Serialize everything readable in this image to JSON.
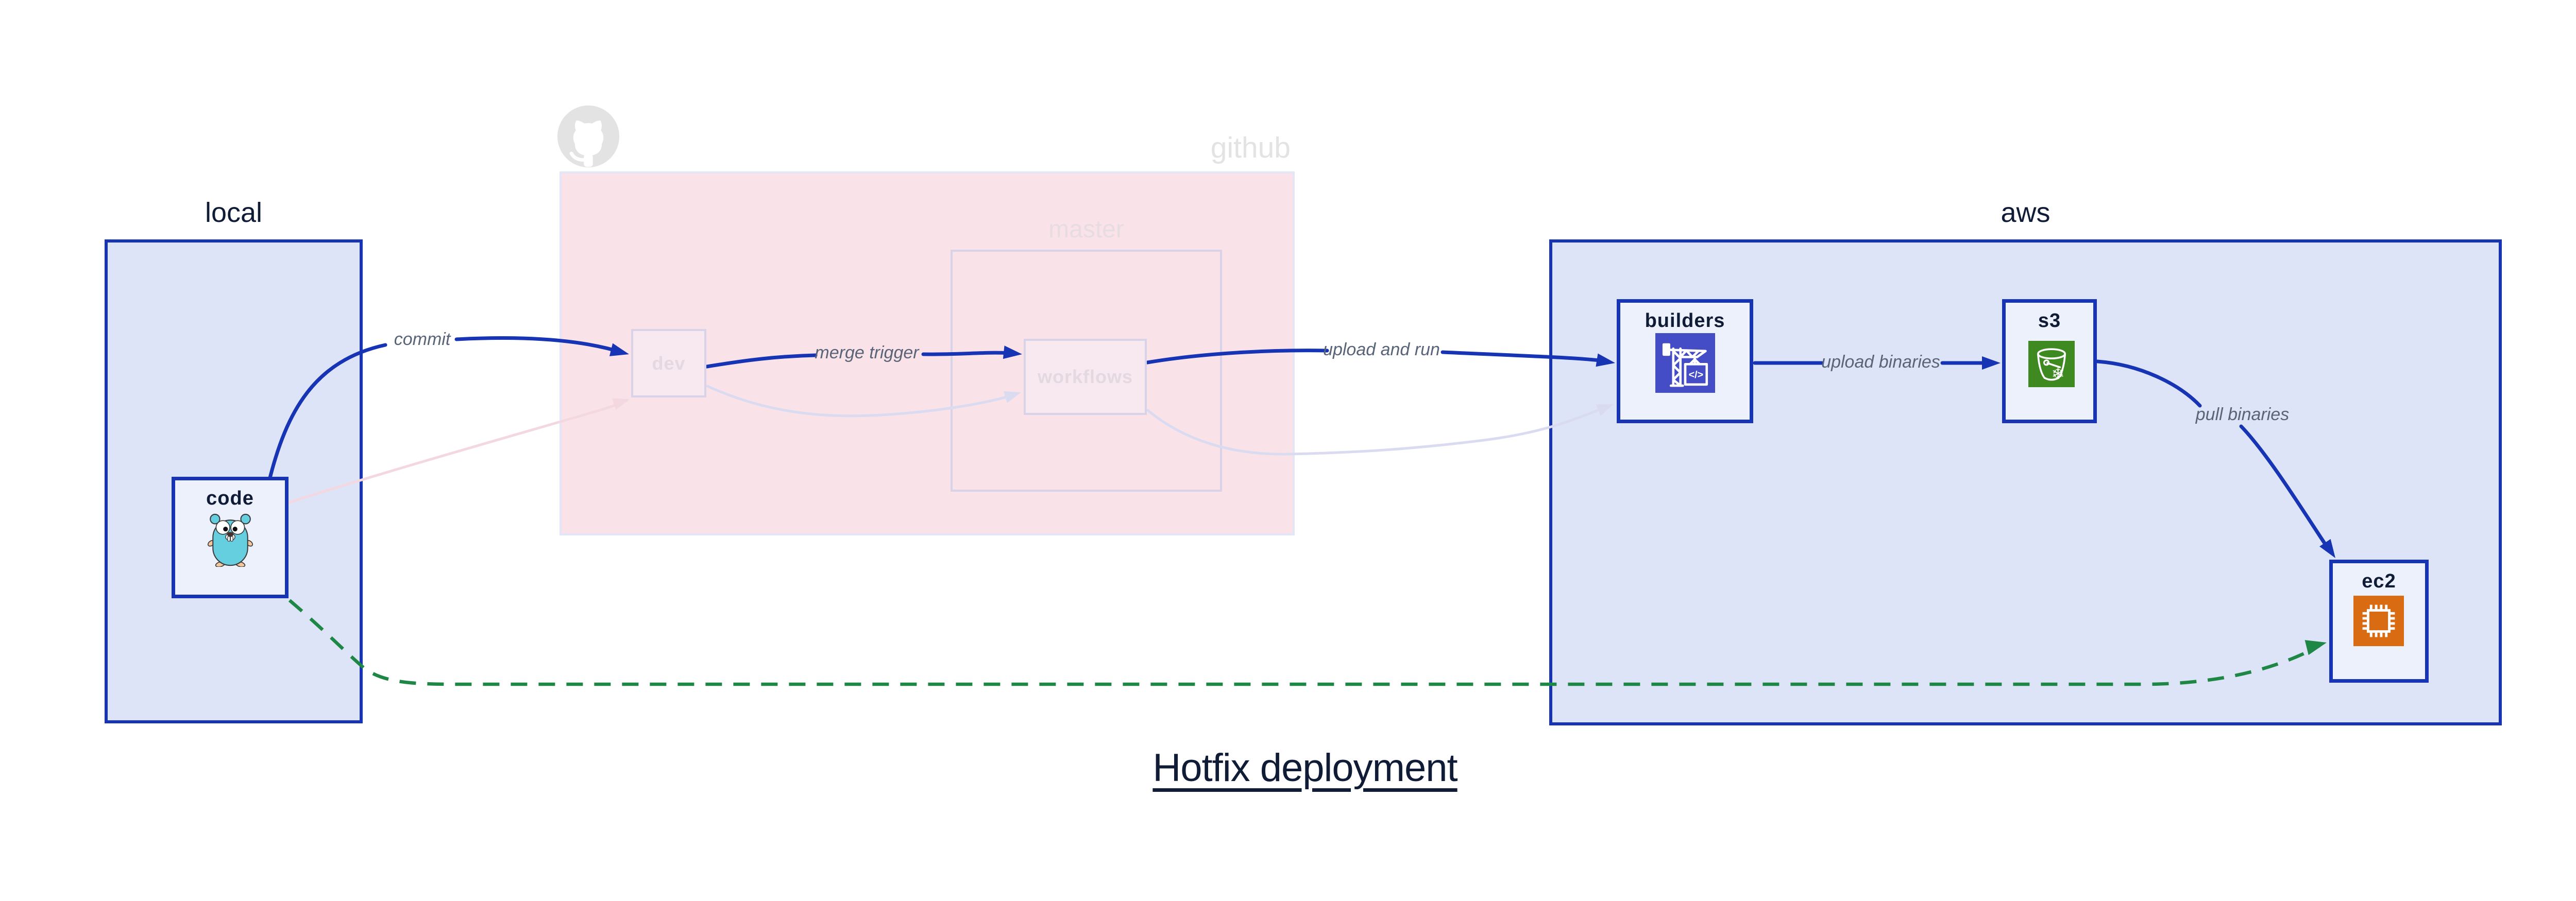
{
  "title": "Hotfix deployment",
  "groups": {
    "local": {
      "label": "local"
    },
    "github": {
      "label": "github",
      "branch_label": "master"
    },
    "aws": {
      "label": "aws"
    }
  },
  "nodes": {
    "code": {
      "label": "code",
      "icon": "gopher-icon"
    },
    "dev": {
      "label": "dev"
    },
    "workflows": {
      "label": "workflows"
    },
    "builders": {
      "label": "builders",
      "icon": "codebuild-crane-icon"
    },
    "s3": {
      "label": "s3",
      "icon": "s3-glacier-bucket-icon"
    },
    "ec2": {
      "label": "ec2",
      "icon": "ec2-chip-icon"
    }
  },
  "edges": [
    {
      "id": "commit",
      "label": "commit",
      "from": "code",
      "to": "dev",
      "style": "active-blue"
    },
    {
      "id": "merge-trigger",
      "label": "merge trigger",
      "from": "dev",
      "to": "workflows",
      "style": "active-blue"
    },
    {
      "id": "upload-and-run",
      "label": "upload and run",
      "from": "workflows",
      "to": "builders",
      "style": "active-blue"
    },
    {
      "id": "upload-binaries",
      "label": "upload binaries",
      "from": "builders",
      "to": "s3",
      "style": "active-blue"
    },
    {
      "id": "pull-binaries",
      "label": "pull binaries",
      "from": "s3",
      "to": "ec2",
      "style": "active-blue"
    },
    {
      "id": "hotfix-shortcut",
      "label": "",
      "from": "code",
      "to": "ec2",
      "style": "green-dashed"
    },
    {
      "id": "code-dev-faded",
      "label": "",
      "from": "code",
      "to": "dev",
      "style": "faded-pink"
    },
    {
      "id": "dev-workflows-faded",
      "label": "",
      "from": "dev",
      "to": "workflows",
      "style": "faded-blue"
    },
    {
      "id": "workflows-builders-faded",
      "label": "",
      "from": "workflows",
      "to": "builders",
      "style": "faded-blue"
    }
  ],
  "icons": {
    "octocat-icon": "github octocat silhouette (faded gray)",
    "gopher-icon": "teal Go gopher mascot",
    "codebuild-crane-icon": "white construction crane with </> box on indigo square",
    "s3-glacier-bucket-icon": "white bucket with snowflake on green square",
    "ec2-chip-icon": "white cpu chip outline on orange square"
  },
  "colors": {
    "blue": "#1634b4",
    "navy": "#101b36",
    "groupFill": "#dde4f8",
    "nodeFill": "#edf1fc",
    "pink": "#f9e3e9",
    "pinkBoxBorder": "#e3e6f6",
    "fadedBorder": "#d9d3e9",
    "fadedNodeFill": "#f7e9ef",
    "fadedText": "#e4d8e1",
    "fadedGray": "#e3e3e3",
    "fadedMaster": "#e8dce3",
    "fadedPinkEdge": "#f4d8e1",
    "fadedBlueEdge": "#dadbf1",
    "edgeLabel": "#5a6478",
    "green": "#1e8745",
    "builderIcon": "#444dc6",
    "s3Icon": "#3f8a20",
    "ec2Icon": "#d96c12",
    "gopher": "#65cfe0"
  }
}
